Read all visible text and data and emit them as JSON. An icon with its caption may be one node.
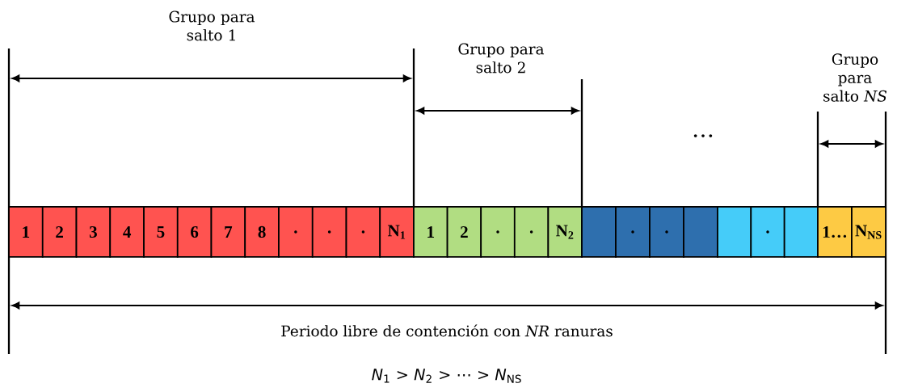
{
  "diagram": {
    "nodes": [
      {
        "text": [
          "1"
        ]
      },
      {
        "text": [
          "2"
        ]
      },
      {
        "text": [
          "3"
        ]
      },
      {
        "text": [
          "4"
        ]
      },
      {
        "text": [
          "5"
        ]
      },
      {
        "text": [
          "6"
        ]
      },
      {
        "text": [
          "7"
        ]
      },
      {
        "text": [
          "8"
        ]
      },
      {
        "text": [
          "."
        ]
      },
      {
        "text": [
          "."
        ]
      },
      {
        "text": [
          "."
        ]
      },
      {
        "text": [
          "N$_{1}$"
        ]
      },
      {
        "text": [
          "1"
        ]
      },
      {
        "text": [
          "2"
        ]
      },
      {
        "text": [
          "."
        ]
      },
      {
        "text": [
          "."
        ]
      },
      {
        "text": [
          "N$_{2}$"
        ]
      },
      {
        "text": [],
        "shape": "box"
      },
      {
        "text": [
          "."
        ]
      },
      {
        "text": [
          "."
        ]
      },
      {
        "text": [],
        "shape": "box"
      },
      {
        "text": [],
        "shape": "box"
      },
      {
        "text": [
          "."
        ]
      },
      {
        "text": [],
        "shape": "box"
      },
      {
        "text": [
          "1…"
        ]
      },
      {
        "text": [
          "N$_{NS}$"
        ]
      }
    ],
    "edges": [],
    "labels": [
      "Grupo para salto 1",
      "Grupo para salto 2",
      "Grupo para salto *NS*",
      "…",
      "Periodo libre de contención con *NR* ranuras",
      "*N*$_{1}$ > *N*$_{2}$ > ⋯ > *N*$_{NS}$"
    ]
  }
}
